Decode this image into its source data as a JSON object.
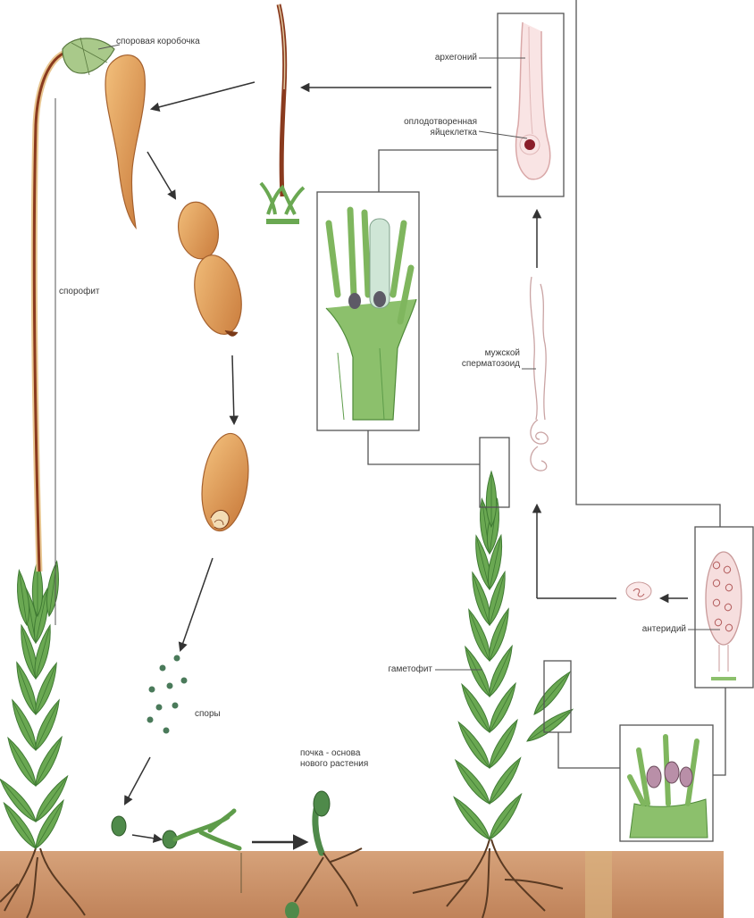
{
  "labels": {
    "sporangium": "споровая коробочка",
    "sporophyte": "спорофит",
    "archegonium": "архегоний",
    "fertilized_egg_line1": "оплодотворенная",
    "fertilized_egg_line2": "яйцеклетка",
    "male_gamete_line1": "мужской",
    "male_gamete_line2": "сперматозоид",
    "antheridium": "антеридий",
    "gametophyte": "гаметофит",
    "spores": "споры",
    "bud_line1": "почка - основа",
    "bud_line2": "нового растения"
  },
  "colors": {
    "capsule": "#d9924a",
    "leaf_green": "#5e9c4a",
    "soil": "#c98e66",
    "stalk": "#8a3a1e",
    "line": "#555555"
  }
}
